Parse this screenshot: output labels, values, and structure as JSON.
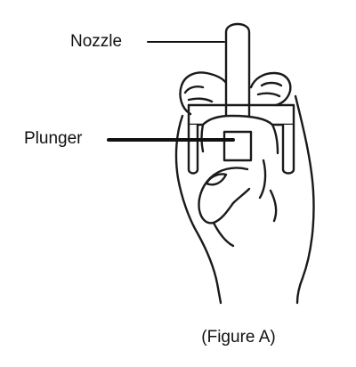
{
  "labels": {
    "nozzle": "Nozzle",
    "plunger": "Plunger"
  },
  "caption": "(Figure A)"
}
